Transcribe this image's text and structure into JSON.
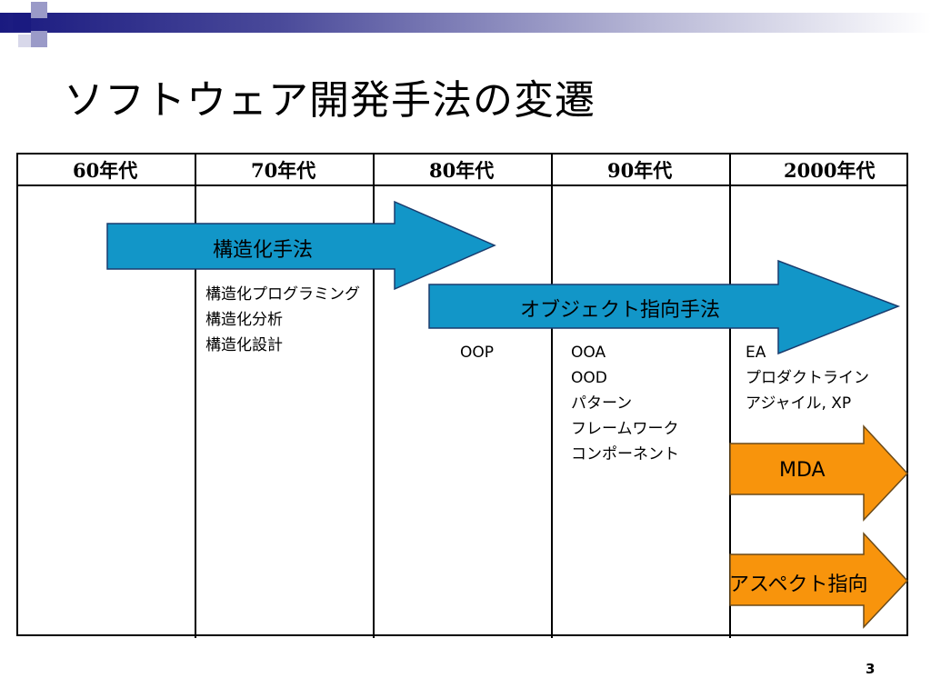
{
  "slide": {
    "title": "ソフトウェア開発手法の変遷",
    "page_number": "3"
  },
  "decades": [
    "60年代",
    "70年代",
    "80年代",
    "90年代",
    "2000年代"
  ],
  "arrows": {
    "structured": {
      "label": "構造化手法",
      "color": "#1296c8"
    },
    "object_oriented": {
      "label": "オブジェクト指向手法",
      "color": "#1296c8"
    },
    "mda": {
      "label": "MDA",
      "color": "#f8940c"
    },
    "aspect": {
      "label": "アスペクト指向",
      "color": "#f8940c"
    }
  },
  "lists": {
    "seventies": [
      "構造化プログラミング",
      "構造化分析",
      "構造化設計"
    ],
    "eighties": [
      "OOP"
    ],
    "nineties": [
      "OOA",
      "OOD",
      "パターン",
      "フレームワーク",
      "コンポーネント"
    ],
    "two_thousands": [
      "EA",
      "プロダクトライン",
      "アジャイル, XP"
    ]
  },
  "colors": {
    "deco_dark": "#1a1a80",
    "deco_light": "#8888c0"
  }
}
